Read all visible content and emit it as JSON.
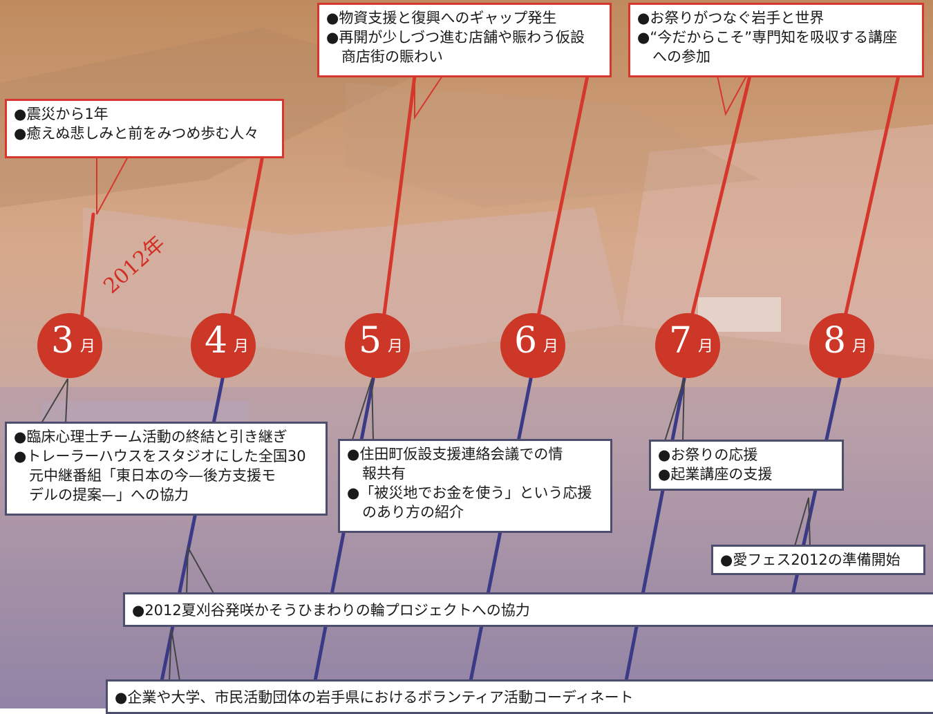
{
  "year_label": "2012年",
  "months": [
    {
      "num": "3",
      "unit": "月"
    },
    {
      "num": "4",
      "unit": "月"
    },
    {
      "num": "5",
      "unit": "月"
    },
    {
      "num": "6",
      "unit": "月"
    },
    {
      "num": "7",
      "unit": "月"
    },
    {
      "num": "8",
      "unit": "月"
    }
  ],
  "top_boxes": {
    "march": [
      "●震災から1年",
      "●癒えぬ悲しみと前をみつめ歩む人々"
    ],
    "may": [
      "●物資支援と復興へのギャップ発生",
      "●再開が少しづつ進む店舗や賑わう仮設",
      "商店街の賑わい"
    ],
    "july": [
      "●お祭りがつなぐ岩手と世界",
      "●“今だからこそ”専門知を吸収する講座",
      "への参加"
    ]
  },
  "bottom_boxes": {
    "march": [
      "●臨床心理士チーム活動の終結と引き継ぎ",
      "●トレーラーハウスをスタジオにした全国30",
      "元中継番組「東日本の今—後方支援モ",
      "デルの提案—」への協力"
    ],
    "may": [
      "●住田町仮設支援連絡会議での情",
      "報共有",
      "●「被災地でお金を使う」という応援",
      "のあり方の紹介"
    ],
    "july": [
      "●お祭りの応援",
      "●起業講座の支援"
    ],
    "august": [
      "●愛フェス2012の準備開始"
    ],
    "project": [
      "●2012夏刈谷発咲かそうひまわりの輪プロジェクトへの協力"
    ],
    "volunteer": [
      "●企業や大学、市民活動団体の岩手県におけるボランティア活動コーディネート"
    ]
  },
  "colors": {
    "accent_red": "#d6372c",
    "circle_red": "#cc3728",
    "line_navy": "#3b3a86",
    "box_border_navy": "#4d4d6e"
  }
}
